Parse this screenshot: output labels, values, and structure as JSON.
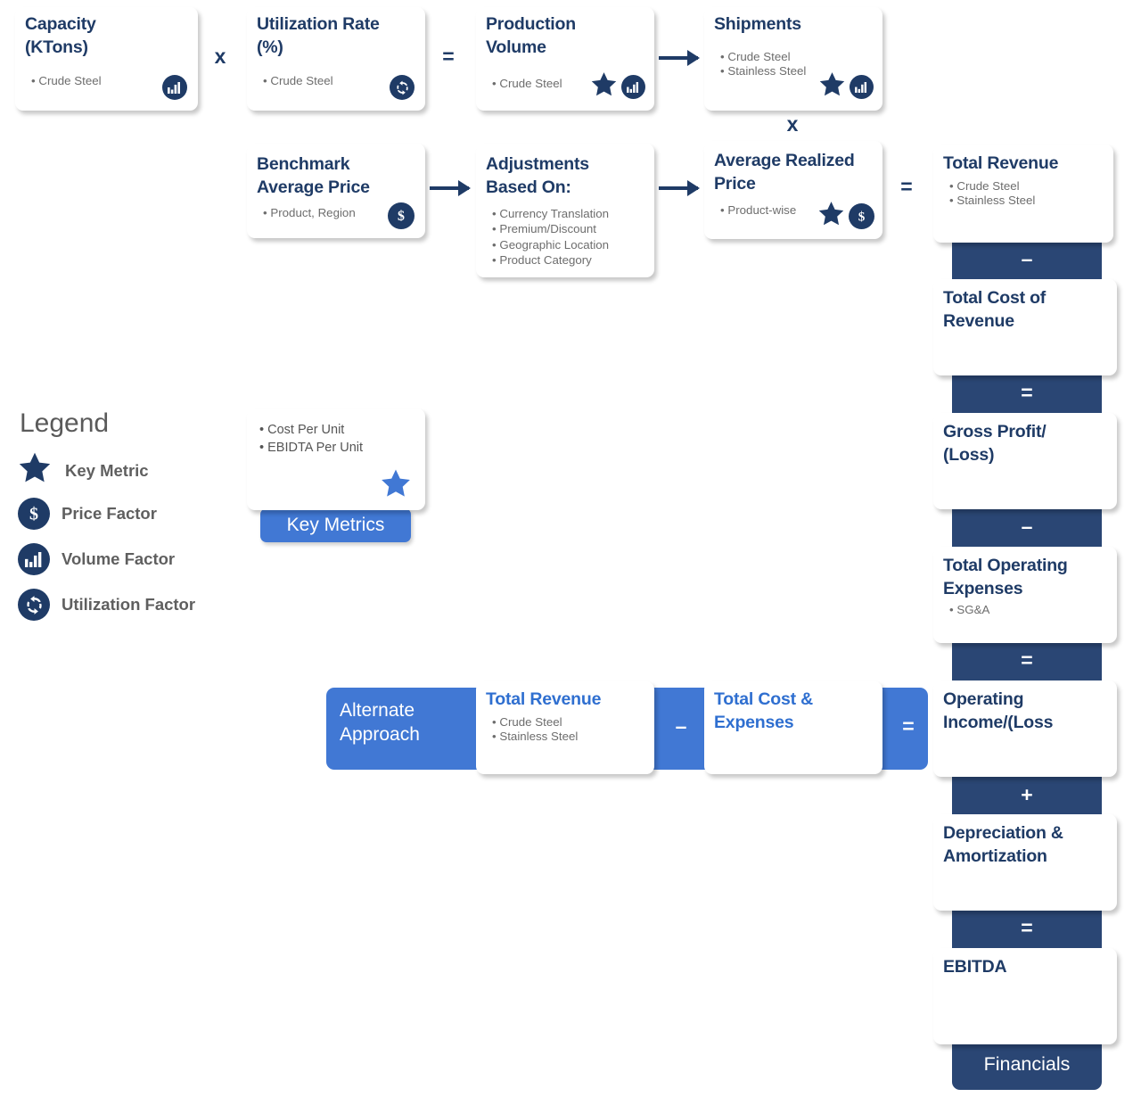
{
  "theme": {
    "navy": "#1f3b66",
    "navy_spine": "#2a4674",
    "blue": "#4178d4",
    "bullet_gray": "#6d6d6d",
    "legend_gray": "#5f5f5f"
  },
  "top_row": {
    "capacity": {
      "title": "Capacity\n(KTons)",
      "title_line1": "Capacity",
      "title_line2": "(KTons)",
      "bullets": [
        "Crude Steel"
      ],
      "icons": [
        "volume-factor-icon"
      ]
    },
    "utilization": {
      "title_line1": "Utilization Rate",
      "title_line2": "(%)",
      "bullets": [
        "Crude Steel"
      ],
      "icons": [
        "utilization-factor-icon"
      ]
    },
    "production": {
      "title_line1": "Production",
      "title_line2": "Volume",
      "bullets": [
        "Crude Steel"
      ],
      "icons": [
        "key-metric-icon",
        "volume-factor-icon"
      ]
    },
    "shipments": {
      "title_line1": "Shipments",
      "title_line2": "",
      "bullets": [
        "Crude Steel",
        "Stainless Steel"
      ],
      "icons": [
        "key-metric-icon",
        "volume-factor-icon"
      ]
    },
    "op_times_1": "x",
    "op_equals_1": "=",
    "op_times_vertical": "x"
  },
  "price_row": {
    "benchmark": {
      "title_line1": "Benchmark",
      "title_line2": "Average Price",
      "bullets": [
        "Product, Region"
      ],
      "icons": [
        "price-factor-icon"
      ]
    },
    "adjustments": {
      "title_line1": "Adjustments",
      "title_line2": "Based On:",
      "bullets": [
        "Currency Translation",
        "Premium/Discount",
        "Geographic Location",
        "Product Category"
      ],
      "icons": []
    },
    "realized_price": {
      "title_line1": "Average Realized",
      "title_line2": "Price",
      "bullets": [
        "Product-wise"
      ],
      "icons": [
        "key-metric-icon",
        "price-factor-icon"
      ]
    },
    "op_equals": "="
  },
  "financials": {
    "label": "Financials",
    "steps": [
      {
        "title_line1": "Total Revenue",
        "title_line2": "",
        "bullets": [
          "Crude Steel",
          "Stainless Steel"
        ],
        "operator_below": "–"
      },
      {
        "title_line1": "Total Cost of",
        "title_line2": "Revenue",
        "bullets": [],
        "operator_below": "="
      },
      {
        "title_line1": "Gross Profit/",
        "title_line2": "(Loss)",
        "bullets": [],
        "operator_below": "–"
      },
      {
        "title_line1": "Total Operating",
        "title_line2": "Expenses",
        "bullets": [
          "SG&A"
        ],
        "operator_below": "="
      },
      {
        "title_line1": "Operating",
        "title_line2": "Income/(Loss",
        "bullets": [],
        "operator_below": "+"
      },
      {
        "title_line1": "Depreciation &",
        "title_line2": "Amortization",
        "bullets": [],
        "operator_below": "="
      },
      {
        "title_line1": "EBITDA",
        "title_line2": "",
        "bullets": [],
        "operator_below": ""
      }
    ]
  },
  "legend": {
    "title": "Legend",
    "items": [
      {
        "icon": "key-metric-icon",
        "label": "Key Metric"
      },
      {
        "icon": "price-factor-icon",
        "label": "Price Factor"
      },
      {
        "icon": "volume-factor-icon",
        "label": "Volume Factor"
      },
      {
        "icon": "utilization-factor-icon",
        "label": "Utilization Factor"
      }
    ]
  },
  "key_metrics": {
    "tab_label": "Key Metrics",
    "bullets": [
      "Cost Per Unit",
      "EBIDTA Per Unit"
    ],
    "icon": "key-metric-icon"
  },
  "alternate_approach": {
    "label_line1": "Alternate",
    "label_line2": "Approach",
    "total_revenue": {
      "title_line1": "Total Revenue",
      "title_line2": "",
      "bullets": [
        "Crude Steel",
        "Stainless Steel"
      ]
    },
    "op_minus": "–",
    "total_cost": {
      "title_line1": "Total Cost &",
      "title_line2": "Expenses",
      "bullets": []
    },
    "op_equals": "="
  }
}
